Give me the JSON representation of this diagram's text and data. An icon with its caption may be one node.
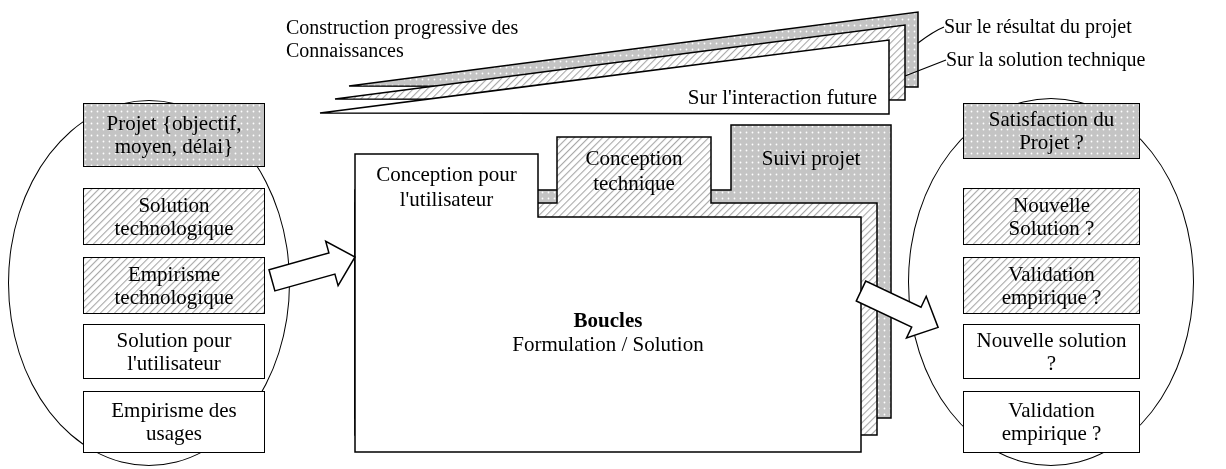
{
  "diagram": {
    "nodes": [
      {
        "text": [],
        "shape": "ellipse"
      },
      {
        "text": [
          "Projet {objectif, moyen, délai}"
        ],
        "in": 0
      },
      {
        "text": [
          "Solution technologique"
        ],
        "in": 0
      },
      {
        "text": [
          "Empirisme technologique"
        ],
        "in": 0
      },
      {
        "text": [
          "Solution pour l'utilisateur"
        ],
        "in": 0
      },
      {
        "text": [
          "Empirisme des usages"
        ],
        "in": 0
      },
      {
        "text": [],
        "shape": "wedge"
      },
      {
        "text": [],
        "shape": "wedge"
      },
      {
        "text": [
          "Sur l'interaction future"
        ]
      },
      {
        "text": [
          "Sur le résultat du projet"
        ]
      },
      {
        "text": [
          "Sur la solution technique"
        ]
      },
      {
        "text": [
          "Suivi projet"
        ]
      },
      {
        "text": [
          "Conception technique"
        ]
      },
      {
        "text": [
          "Conception pour l'utilisateur",
          "Boucles",
          "Formulation / Solution"
        ]
      },
      {
        "text": [],
        "shape": "ellipse"
      },
      {
        "text": [
          "Satisfaction du Projet ?"
        ],
        "in": 14
      },
      {
        "text": [
          "Nouvelle Solution ?"
        ],
        "in": 14
      },
      {
        "text": [
          "Validation empirique ?"
        ],
        "in": 14
      },
      {
        "text": [
          "Nouvelle solution ?"
        ],
        "in": 14
      },
      {
        "text": [
          "Validation empirique ?"
        ],
        "in": 14
      }
    ],
    "edges": [
      {
        "from": 0,
        "to": 13,
        "arrow": "to",
        "style": "thick"
      },
      {
        "from": 13,
        "to": 14,
        "arrow": "to",
        "style": "thick"
      },
      {
        "from": 9,
        "to": 6,
        "arrow": "none"
      },
      {
        "from": 10,
        "to": 7,
        "arrow": "none"
      }
    ],
    "labels": [
      "Construction progressive des Connaissances"
    ]
  }
}
